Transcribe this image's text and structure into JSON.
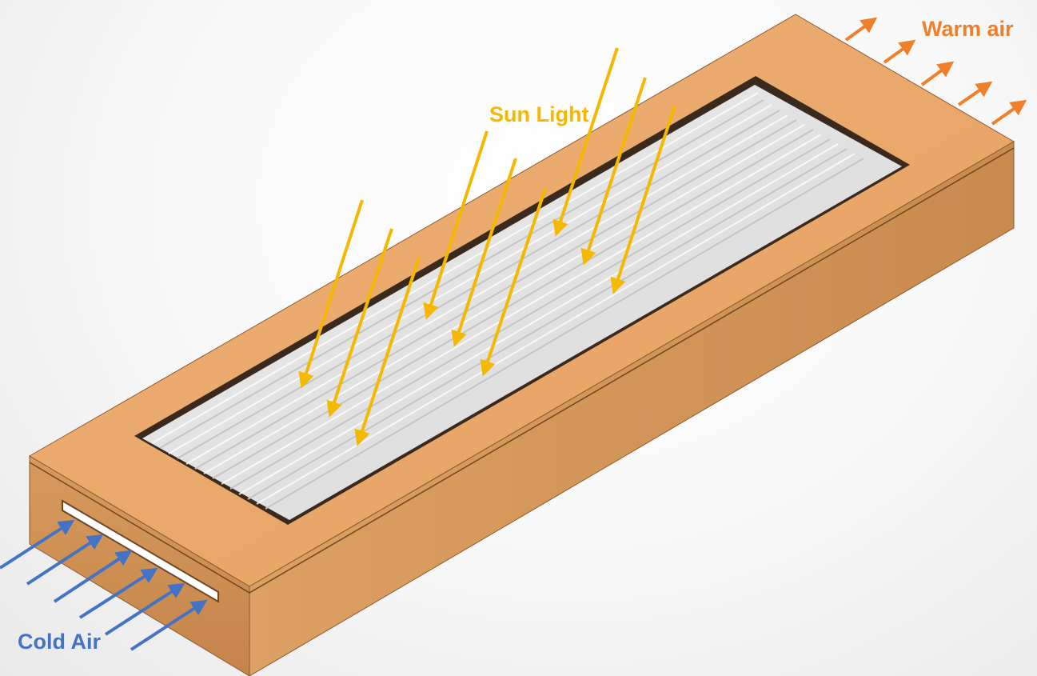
{
  "labels": {
    "sun_light": "Sun Light",
    "warm_air": "Warm air",
    "cold_air": "Cold Air"
  },
  "colors": {
    "sun_light": "#F5B800",
    "warm_air": "#F07F2A",
    "cold_air": "#4472C4",
    "wood_top": "#E8A86A",
    "wood_side_front": "#D9995A",
    "wood_side_right": "#C8864A",
    "glass": "#E4E4E4"
  }
}
